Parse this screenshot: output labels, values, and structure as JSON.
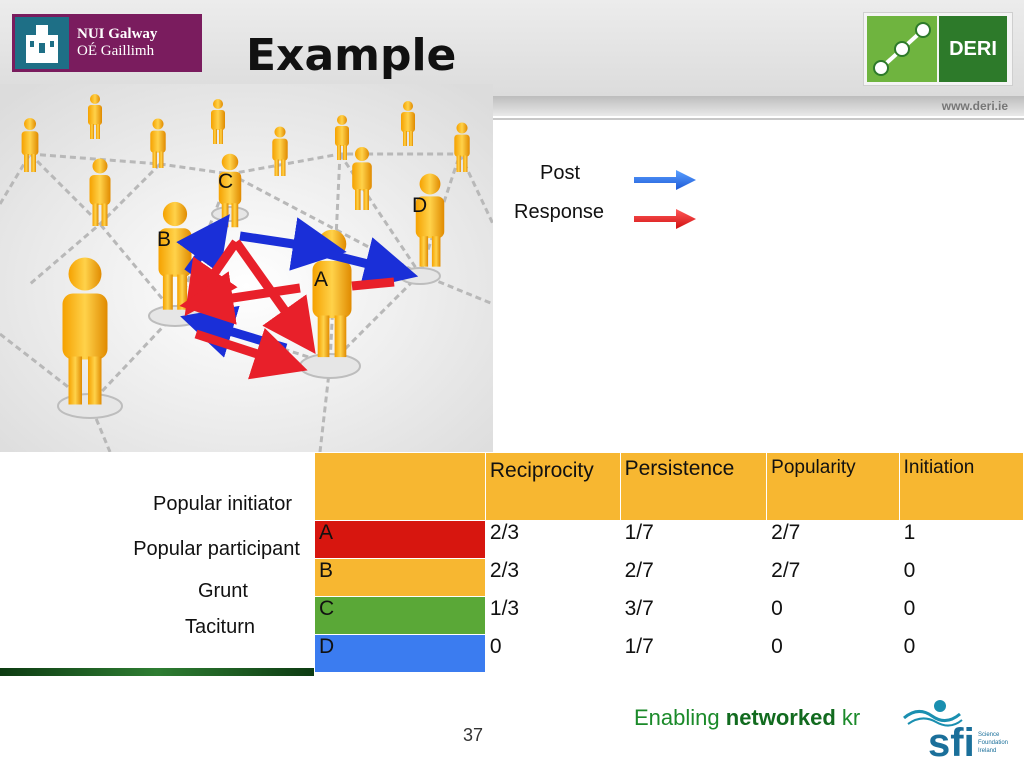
{
  "header": {
    "nui_line1": "NUI Galway",
    "nui_line2": "OÉ Gaillimh",
    "title": "Example",
    "deri_label": "DERI",
    "deri_url": "www.deri.ie"
  },
  "diagram": {
    "nodes": [
      "A",
      "B",
      "C",
      "D"
    ]
  },
  "legend": {
    "post_label": "Post",
    "response_label": "Response",
    "post_color": "#2a6fdb",
    "response_color": "#e8202a"
  },
  "row_labels": {
    "popular_initiator": "Popular initiator",
    "popular_participant": "Popular participant",
    "grunt": "Grunt",
    "taciturn": "Taciturn"
  },
  "table": {
    "headers": [
      "",
      "Reciprocity",
      "Persistence",
      "Popularity",
      "Initiation"
    ],
    "rows": [
      {
        "label": "A",
        "color": "#d7160f",
        "values": [
          "2/3",
          "1/7",
          "2/7",
          "1"
        ]
      },
      {
        "label": "B",
        "color": "#f7b731",
        "values": [
          "2/3",
          "2/7",
          "2/7",
          "0"
        ]
      },
      {
        "label": "C",
        "color": "#5aa837",
        "values": [
          "1/3",
          "3/7",
          "0",
          "0"
        ]
      },
      {
        "label": "D",
        "color": "#3b7cf0",
        "values": [
          "0",
          "1/7",
          "0",
          "0"
        ]
      }
    ],
    "header_color": "#f7b731"
  },
  "footer": {
    "page_number": "37",
    "slogan_part1": "Enabling ",
    "slogan_part2": "networked",
    "slogan_part3": " kr",
    "sfi_label": "sfi",
    "sfi_sub1": "Science",
    "sfi_sub2": "Foundation",
    "sfi_sub3": "Ireland"
  }
}
